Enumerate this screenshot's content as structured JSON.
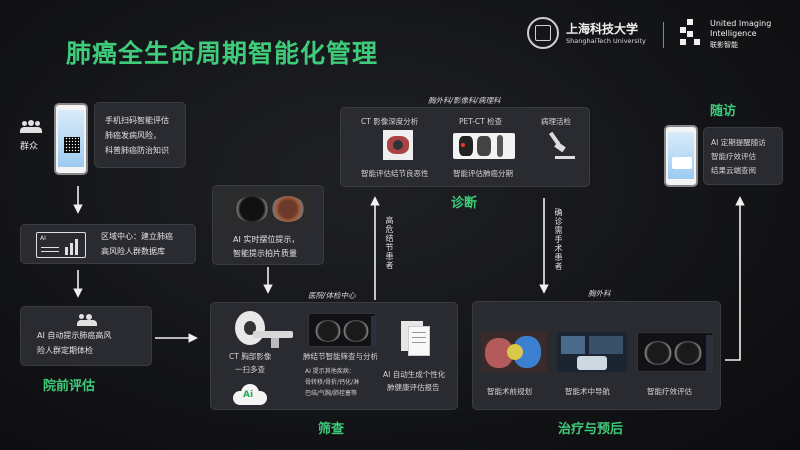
{
  "title": "肺癌全生命周期智能化管理",
  "logos": {
    "sjtu_cn": "上海科技大学",
    "sjtu_en": "ShanghaiTech University",
    "uii_en_1": "United Imaging",
    "uii_en_2": "Intelligence",
    "uii_cn": "联影智能"
  },
  "pre_hospital": {
    "crowd_label": "群众",
    "phone_box": [
      "手机扫码智能评估",
      "肺癌发病风险，",
      "科普肺癌防治知识"
    ],
    "region_box": [
      "区域中心：建立肺癌",
      "高风险人群数据库"
    ],
    "ai_box": [
      "AI 自动提示肺癌高风",
      "险人群定期体检"
    ],
    "stage": "院前评估"
  },
  "screening": {
    "scan_box": [
      "AI 实时摆位提示，",
      "智能提示拍片质量"
    ],
    "group": "医院/体检中心",
    "ct_label": [
      "CT 胸部影像",
      "一扫多查"
    ],
    "ai_cloud": "Ai",
    "nodule_label": "肺结节智能筛查与分析",
    "nodule_sub": [
      "AI 提示其他疾病：",
      "骨转移/骨折/钙化/淋",
      "巴结/气胸/肺栓塞等"
    ],
    "report_label": [
      "AI 自动生成个性化",
      "肺健康评估报告"
    ],
    "stage": "筛查"
  },
  "diagnosis": {
    "group": "胸外科/影像科/病理科",
    "items": [
      {
        "top": "CT 影像深度分析",
        "bottom": "智能评估结节良恶性"
      },
      {
        "top": "PET-CT 检查",
        "bottom": "智能评估肺癌分期"
      },
      {
        "top": "病理活检",
        "bottom": ""
      }
    ],
    "stage": "诊断",
    "arrow_up_label": "高危结节患者",
    "arrow_down_label": "确诊需手术患者"
  },
  "treatment": {
    "group": "胸外科",
    "items": [
      "智能术前规划",
      "智能术中导航",
      "智能疗效评估"
    ],
    "stage": "治疗与预后"
  },
  "followup": {
    "stage": "随访",
    "box": [
      "AI 定期提醒随访",
      "智能疗效评估",
      "结果云端查阅"
    ]
  },
  "region_icon_label": "AI"
}
